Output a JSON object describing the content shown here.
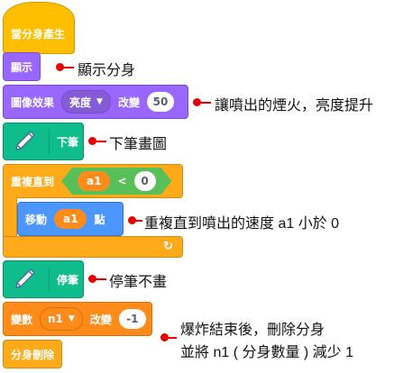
{
  "blocks": {
    "hat_label": "當分身產生",
    "show_label": "顯示",
    "effect_label": "圖像效果",
    "effect_dropdown": "亮度",
    "effect_change": "改變",
    "effect_value": "50",
    "pen_down_label": "下筆",
    "repeat_label": "重複直到",
    "condition_var": "a1",
    "condition_op": "<",
    "condition_value": "0",
    "move_label": "移動",
    "move_var": "a1",
    "move_unit": "點",
    "pen_up_label": "停筆",
    "var_label": "變數",
    "var_dropdown": "n1",
    "var_change": "改變",
    "var_value": "-1",
    "delete_label": "分身刪除"
  },
  "annotations": {
    "show": "顯示分身",
    "effect": "讓噴出的煙火，亮度提升",
    "pen_down": "下筆畫圖",
    "repeat": "重複直到噴出的速度 a1 小於 0",
    "pen_up": "停筆不畫",
    "delete_line1": "爆炸結束後，刪除分身",
    "delete_line2": "並將 n1 ( 分身數量 ) 減少 1"
  },
  "colors": {
    "events": "#FFBF00",
    "looks": "#9966FF",
    "pen": "#0FBD8C",
    "control": "#FFAB19",
    "motion": "#4C97FF",
    "variables": "#FF8C1A",
    "annotation": "#E60000"
  },
  "icons": {
    "pen": "pen-icon",
    "repeat_arrow": "loop-arrow-icon",
    "dropdown": "caret-down-icon"
  }
}
